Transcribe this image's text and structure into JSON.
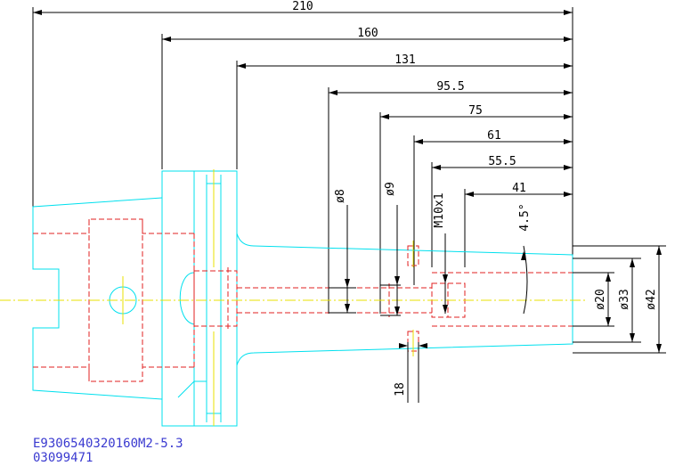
{
  "dimensions": {
    "horizontal": [
      "210",
      "160",
      "131",
      "95.5",
      "75",
      "61",
      "55.5",
      "41"
    ],
    "vertical_left": [
      "ø8",
      "ø9",
      "M10x1",
      "4.5°"
    ],
    "vertical_right": [
      "ø20",
      "ø33",
      "ø42"
    ],
    "small": "18"
  },
  "caption": {
    "part_number": "E9306540320160M2-5.3",
    "serial": "03099471"
  },
  "colors": {
    "outline": "#00e0ee",
    "hidden": "#e02020",
    "centerline": "#e8e000",
    "dimension": "#000000",
    "caption": "#3a3ad0"
  }
}
